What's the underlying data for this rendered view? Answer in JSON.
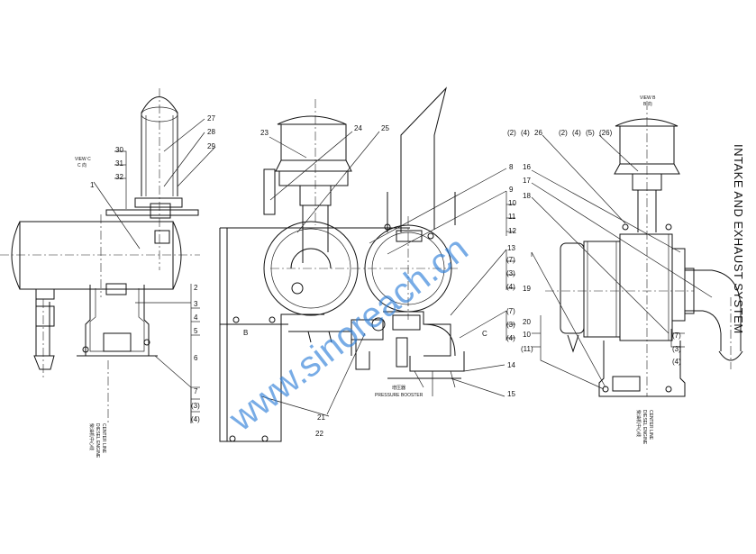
{
  "title": "INTAKE AND EXHAUST SYSTEM",
  "watermark": "www.sinoreach.cn",
  "views": {
    "view_c": "VIEW C",
    "view_c_cn": "C 向",
    "view_b": "VIEW B",
    "view_b_cn": "B 向",
    "section_b": "B",
    "section_c": "C"
  },
  "notes": {
    "pressure_booster_cn": "增压器",
    "pressure_booster": "PRESSURE BOOSTER",
    "engine_center_cn": "柴油机中心线",
    "engine_center_1": "DIESEL ENGINE",
    "engine_center_2": "CENTER LINE"
  },
  "labels": {
    "l1": "1",
    "l2": "2",
    "l3": "3",
    "l4": "4",
    "l5": "5",
    "l6": "6",
    "l7": "7",
    "l3p": "(3)",
    "l4p": "(4)",
    "l27": "27",
    "l28": "28",
    "l29": "29",
    "l30": "30",
    "l31": "31",
    "l32": "32",
    "l23": "23",
    "l24": "24",
    "l25": "25",
    "l22": "22",
    "l21": "21",
    "l8": "8",
    "l9": "9",
    "l10": "10",
    "l11": "11",
    "l12": "12",
    "l13": "13",
    "l14": "14",
    "l15": "15",
    "m7p": "(7)",
    "m3p": "(3)",
    "m4p": "(4)",
    "n7p": "(7)",
    "n3p": "(3)",
    "n4p": "(4)",
    "r2p": "(2)",
    "r4p": "(4)",
    "r26": "26",
    "q2p": "(2)",
    "q4p": "(4)",
    "q5p": "(5)",
    "q26p": "(26)",
    "l16": "16",
    "l17": "17",
    "l18": "18",
    "l19": "19",
    "l20": "20",
    "l10b": "10",
    "l11p": "(11)",
    "s7p": "(7)",
    "s3p": "(3)",
    "s4p": "(4)"
  }
}
